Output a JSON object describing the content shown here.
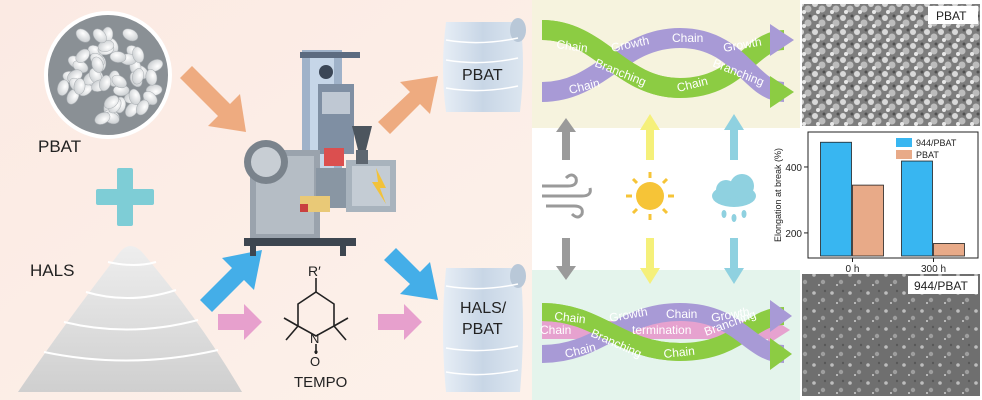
{
  "inputs": {
    "pbat_label": "PBAT",
    "hals_label": "HALS",
    "plus_symbol": "+",
    "tempo_label": "TEMPO",
    "chem": {
      "substituent": "R′",
      "nitrogen": "N",
      "oxygen": "O"
    }
  },
  "products": {
    "pbat_film": "PBAT",
    "hals_film_line1": "HALS/",
    "hals_film_line2": "PBAT"
  },
  "weathering_icons": [
    "wind-icon",
    "sun-icon",
    "rain-cloud-icon"
  ],
  "top_mechanism": {
    "words": [
      "Chain",
      "Growth",
      "Chain",
      "Growth",
      "Branching",
      "Branching",
      "Chain",
      "Chain"
    ]
  },
  "bottom_mechanism": {
    "words": [
      "Chain",
      "Growth",
      "Chain",
      "Growth",
      "Chain",
      "termination",
      "Branching",
      "Branching",
      "Chain",
      "Chain"
    ]
  },
  "sem_images": {
    "top_label": "PBAT",
    "bottom_label": "944/PBAT"
  },
  "chart_data": {
    "type": "bar",
    "categories": [
      "0 h",
      "300 h"
    ],
    "series": [
      {
        "name": "944/PBAT",
        "values": [
          475,
          418
        ],
        "color": "#38b6f1"
      },
      {
        "name": "PBAT",
        "values": [
          345,
          168
        ],
        "color": "#e8aa88"
      }
    ],
    "ylabel": "Elongation at break (%)",
    "ylim": [
      130,
      500
    ],
    "yticks": [
      200,
      400
    ],
    "legend": "top-right",
    "grid": false
  },
  "colors": {
    "left_bg": "#fbe9e1",
    "top_right_bg": "#f7f3df",
    "bottom_right_bg": "#e5f4ec",
    "orange_arrow": "#eeab80",
    "blue_arrow": "#44aee8",
    "pink_arrow": "#e7a0cd",
    "plus": "#7ecdd6",
    "ribbon_green": "#8ccc43",
    "ribbon_purple": "#a89ad6",
    "ribbon_pink": "#e6a2cf"
  }
}
